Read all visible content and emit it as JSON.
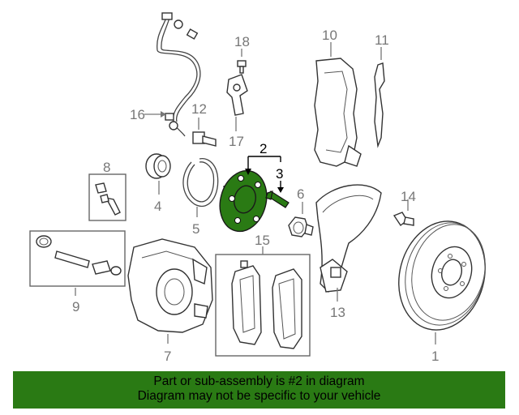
{
  "part_labels": {
    "p1": "1",
    "p2": "2",
    "p3": "3",
    "p4": "4",
    "p5": "5",
    "p6": "6",
    "p7": "7",
    "p8": "8",
    "p9": "9",
    "p10": "10",
    "p11": "11",
    "p12": "12",
    "p13": "13",
    "p14": "14",
    "p15": "15",
    "p16": "16",
    "p17": "17",
    "p18": "18"
  },
  "highlight": {
    "part": "2",
    "color": "#2a7a14"
  },
  "banner": {
    "line1": "Part or sub-assembly is #2 in diagram",
    "line2": "Diagram may not be specific to your vehicle",
    "color": "#2a7a14"
  }
}
